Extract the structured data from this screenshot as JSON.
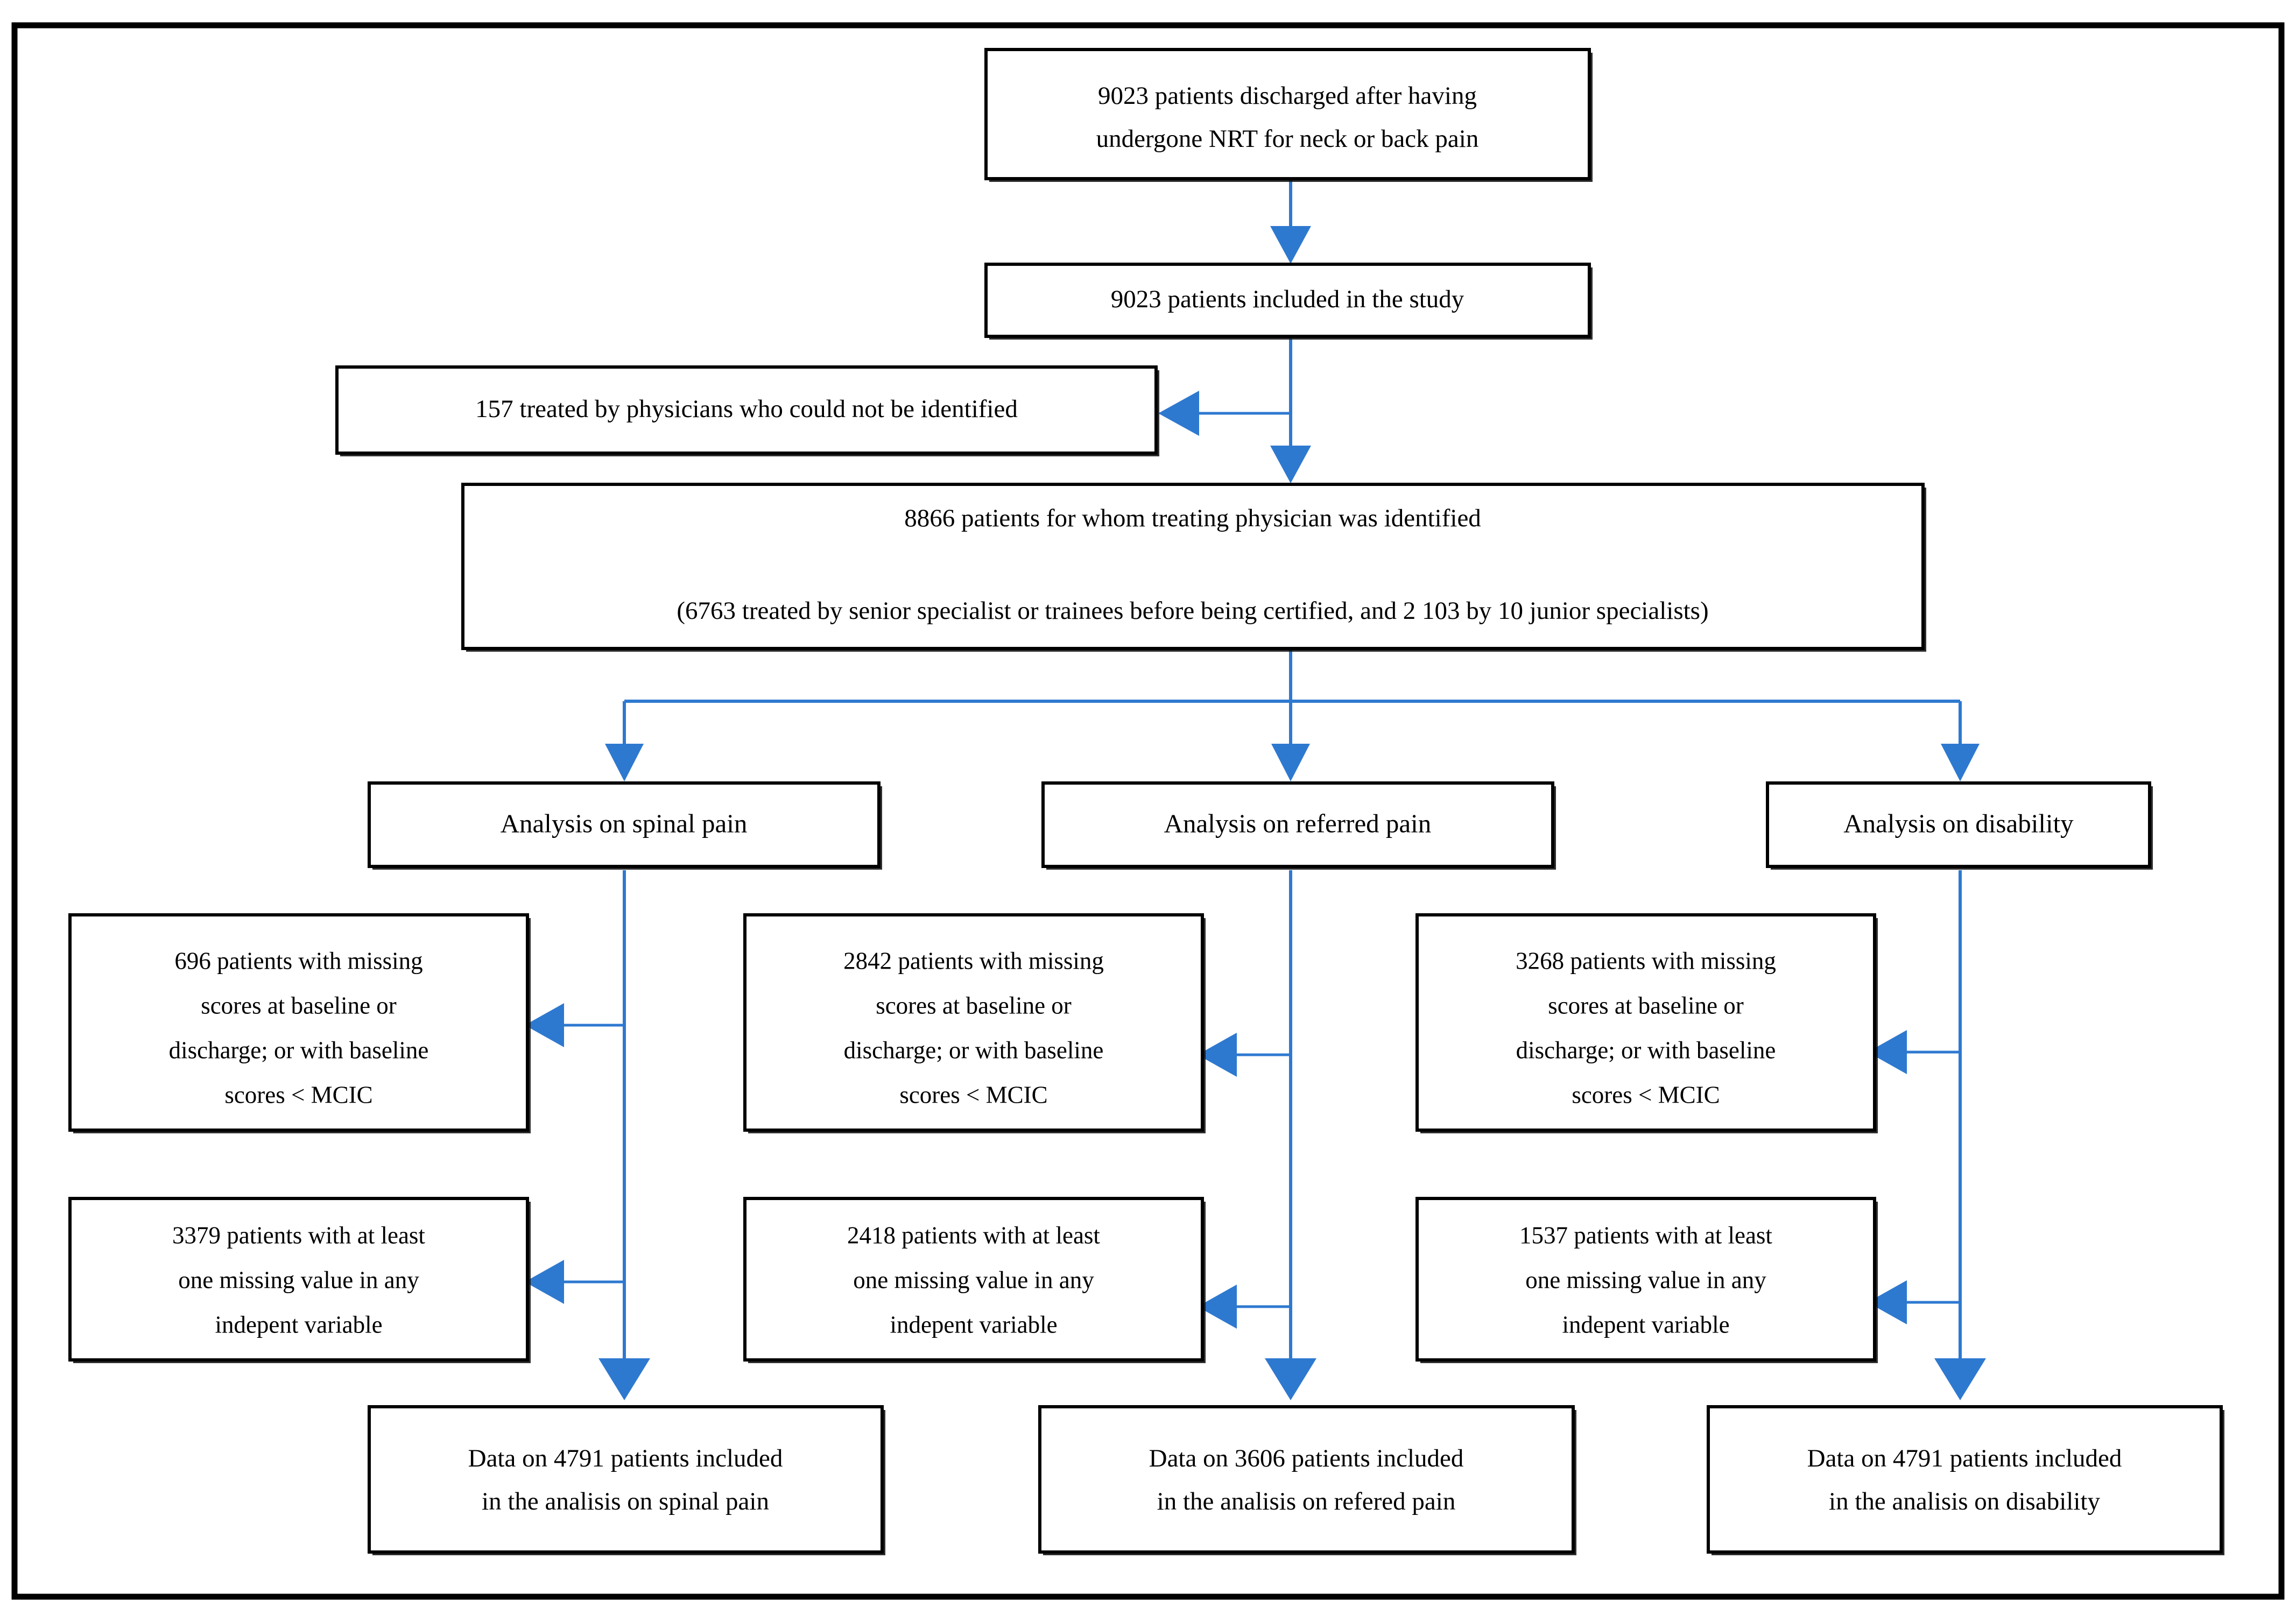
{
  "figure": {
    "kind": "patient-flow-diagram",
    "accent_color": "#2E79D0",
    "border_color": "#000000",
    "background_color": "#FFFFFF"
  },
  "nodes": {
    "discharged": {
      "id": "discharged",
      "line1": "9023 patients discharged after having",
      "line2": "undergone NRT for neck or back pain"
    },
    "included": {
      "id": "included",
      "line1": "9023 patients included in the study"
    },
    "unidentified_physicians": {
      "id": "unidentified-physicians",
      "line1": "157 treated by physicians who could not be identified"
    },
    "identified_physicians": {
      "id": "identified-physicians",
      "line1": "8866 patients for whom treating physician was identified",
      "line2": "(6763 treated by senior specialist or trainees before being certified, and 2 103 by 10 junior specialists)"
    },
    "analysis_spinal": {
      "id": "analysis-spinal-pain",
      "line1": "Analysis on spinal pain"
    },
    "analysis_referred": {
      "id": "analysis-referred-pain",
      "line1": "Analysis on referred pain"
    },
    "analysis_disability": {
      "id": "analysis-disability",
      "line1": "Analysis on disability"
    },
    "excl_spinal_scores": {
      "id": "excluded-spinal-missing-scores",
      "line1": "696 patients with missing",
      "line2": "scores at baseline or",
      "line3": "discharge; or with baseline",
      "line4": "scores < MCIC"
    },
    "excl_referred_scores": {
      "id": "excluded-referred-missing-scores",
      "line1": "2842 patients with missing",
      "line2": "scores at baseline or",
      "line3": "discharge; or with baseline",
      "line4": "scores < MCIC"
    },
    "excl_disability_scores": {
      "id": "excluded-disability-missing-scores",
      "line1": "3268 patients with missing",
      "line2": "scores at baseline or",
      "line3": "discharge; or with baseline",
      "line4": "scores < MCIC"
    },
    "excl_spinal_vars": {
      "id": "excluded-spinal-missing-variables",
      "line1": "3379 patients with at least",
      "line2": "one missing value in any",
      "line3": "indepent variable"
    },
    "excl_referred_vars": {
      "id": "excluded-referred-missing-variables",
      "line1": "2418 patients with at least",
      "line2": "one missing value in any",
      "line3": "indepent variable"
    },
    "excl_disability_vars": {
      "id": "excluded-disability-missing-variables",
      "line1": "1537 patients with at least",
      "line2": "one missing value in any",
      "line3": "indepent variable"
    },
    "final_spinal": {
      "id": "final-spinal-pain",
      "line1": "Data on 4791 patients included",
      "line2": "in the analisis on spinal pain"
    },
    "final_referred": {
      "id": "final-referred-pain",
      "line1": "Data on 3606 patients included",
      "line2": "in the analisis on refered pain"
    },
    "final_disability": {
      "id": "final-disability",
      "line1": "Data on 4791 patients included",
      "line2": "in the analisis on disability"
    }
  },
  "chart_data": {
    "type": "flowchart",
    "title": "",
    "counts": {
      "discharged_after_nrt": 9023,
      "included_in_study": 9023,
      "physician_not_identified": 157,
      "physician_identified": 8866,
      "treated_by_senior_or_trainees": 6763,
      "treated_by_junior_specialists": 2103,
      "junior_specialist_count": 10,
      "excluded_spinal_missing_scores": 696,
      "excluded_referred_missing_scores": 2842,
      "excluded_disability_missing_scores": 3268,
      "excluded_spinal_missing_variables": 3379,
      "excluded_referred_missing_variables": 2418,
      "excluded_disability_missing_variables": 1537,
      "final_spinal_pain": 4791,
      "final_referred_pain": 3606,
      "final_disability": 4791
    },
    "branches": [
      "spinal pain",
      "referred pain",
      "disability"
    ]
  }
}
